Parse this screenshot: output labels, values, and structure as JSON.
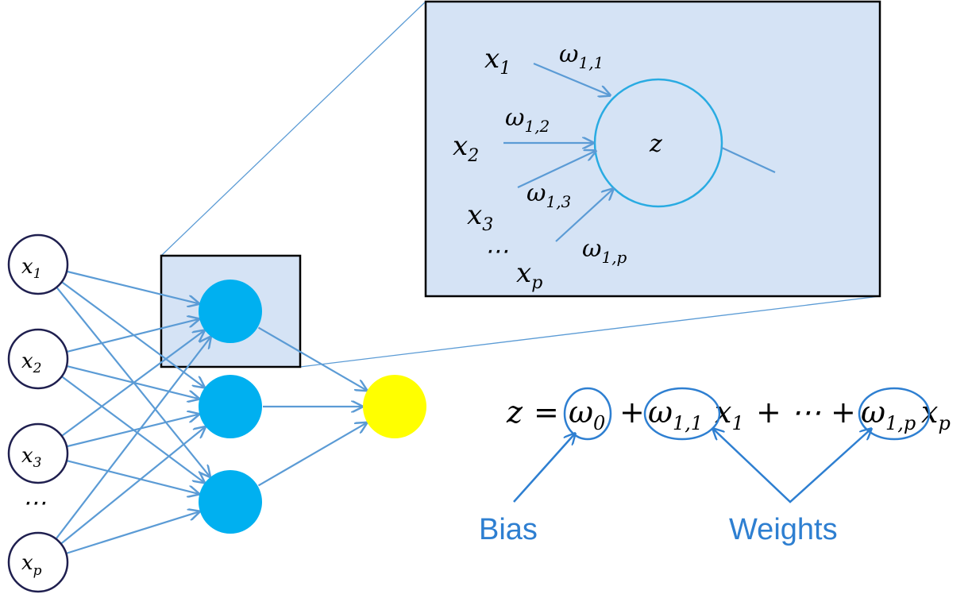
{
  "network": {
    "inputs": [
      {
        "base": "x",
        "sub": "1"
      },
      {
        "base": "x",
        "sub": "2"
      },
      {
        "base": "x",
        "sub": "3"
      },
      {
        "base": "x",
        "sub": "p"
      }
    ],
    "input_ellipsis": "⋯"
  },
  "zoom": {
    "inputs": [
      {
        "base": "x",
        "sub": "1"
      },
      {
        "base": "x",
        "sub": "2"
      },
      {
        "base": "x",
        "sub": "3"
      },
      {
        "base": "x",
        "sub": "p"
      }
    ],
    "ellipsis": "⋯",
    "weights": [
      {
        "base": "ω",
        "sub": "1,1"
      },
      {
        "base": "ω",
        "sub": "1,2"
      },
      {
        "base": "ω",
        "sub": "1,3"
      },
      {
        "base": "ω",
        "sub": "1,p"
      }
    ],
    "node_label": "z"
  },
  "equation": {
    "lhs": "z",
    "equals": "=",
    "bias": {
      "base": "ω",
      "sub": "0"
    },
    "plus": "+",
    "w1": {
      "base": "ω",
      "sub": "1,1"
    },
    "x1": {
      "base": "x",
      "sub": "1"
    },
    "mid": "+ ⋯ +",
    "wp": {
      "base": "ω",
      "sub": "1,p"
    },
    "xp": {
      "base": "x",
      "sub": "p"
    }
  },
  "annotations": {
    "bias_label": "Bias",
    "weights_label": "Weights"
  },
  "colors": {
    "edge": "#5b9bd5",
    "hidden_node": "#00b0f0",
    "output_node": "#ffff00",
    "zoom_fill": "#d5e3f5",
    "zoom_circle": "#29abe2",
    "label_blue": "#2e7fd1",
    "input_outline": "#1f1f4f"
  }
}
